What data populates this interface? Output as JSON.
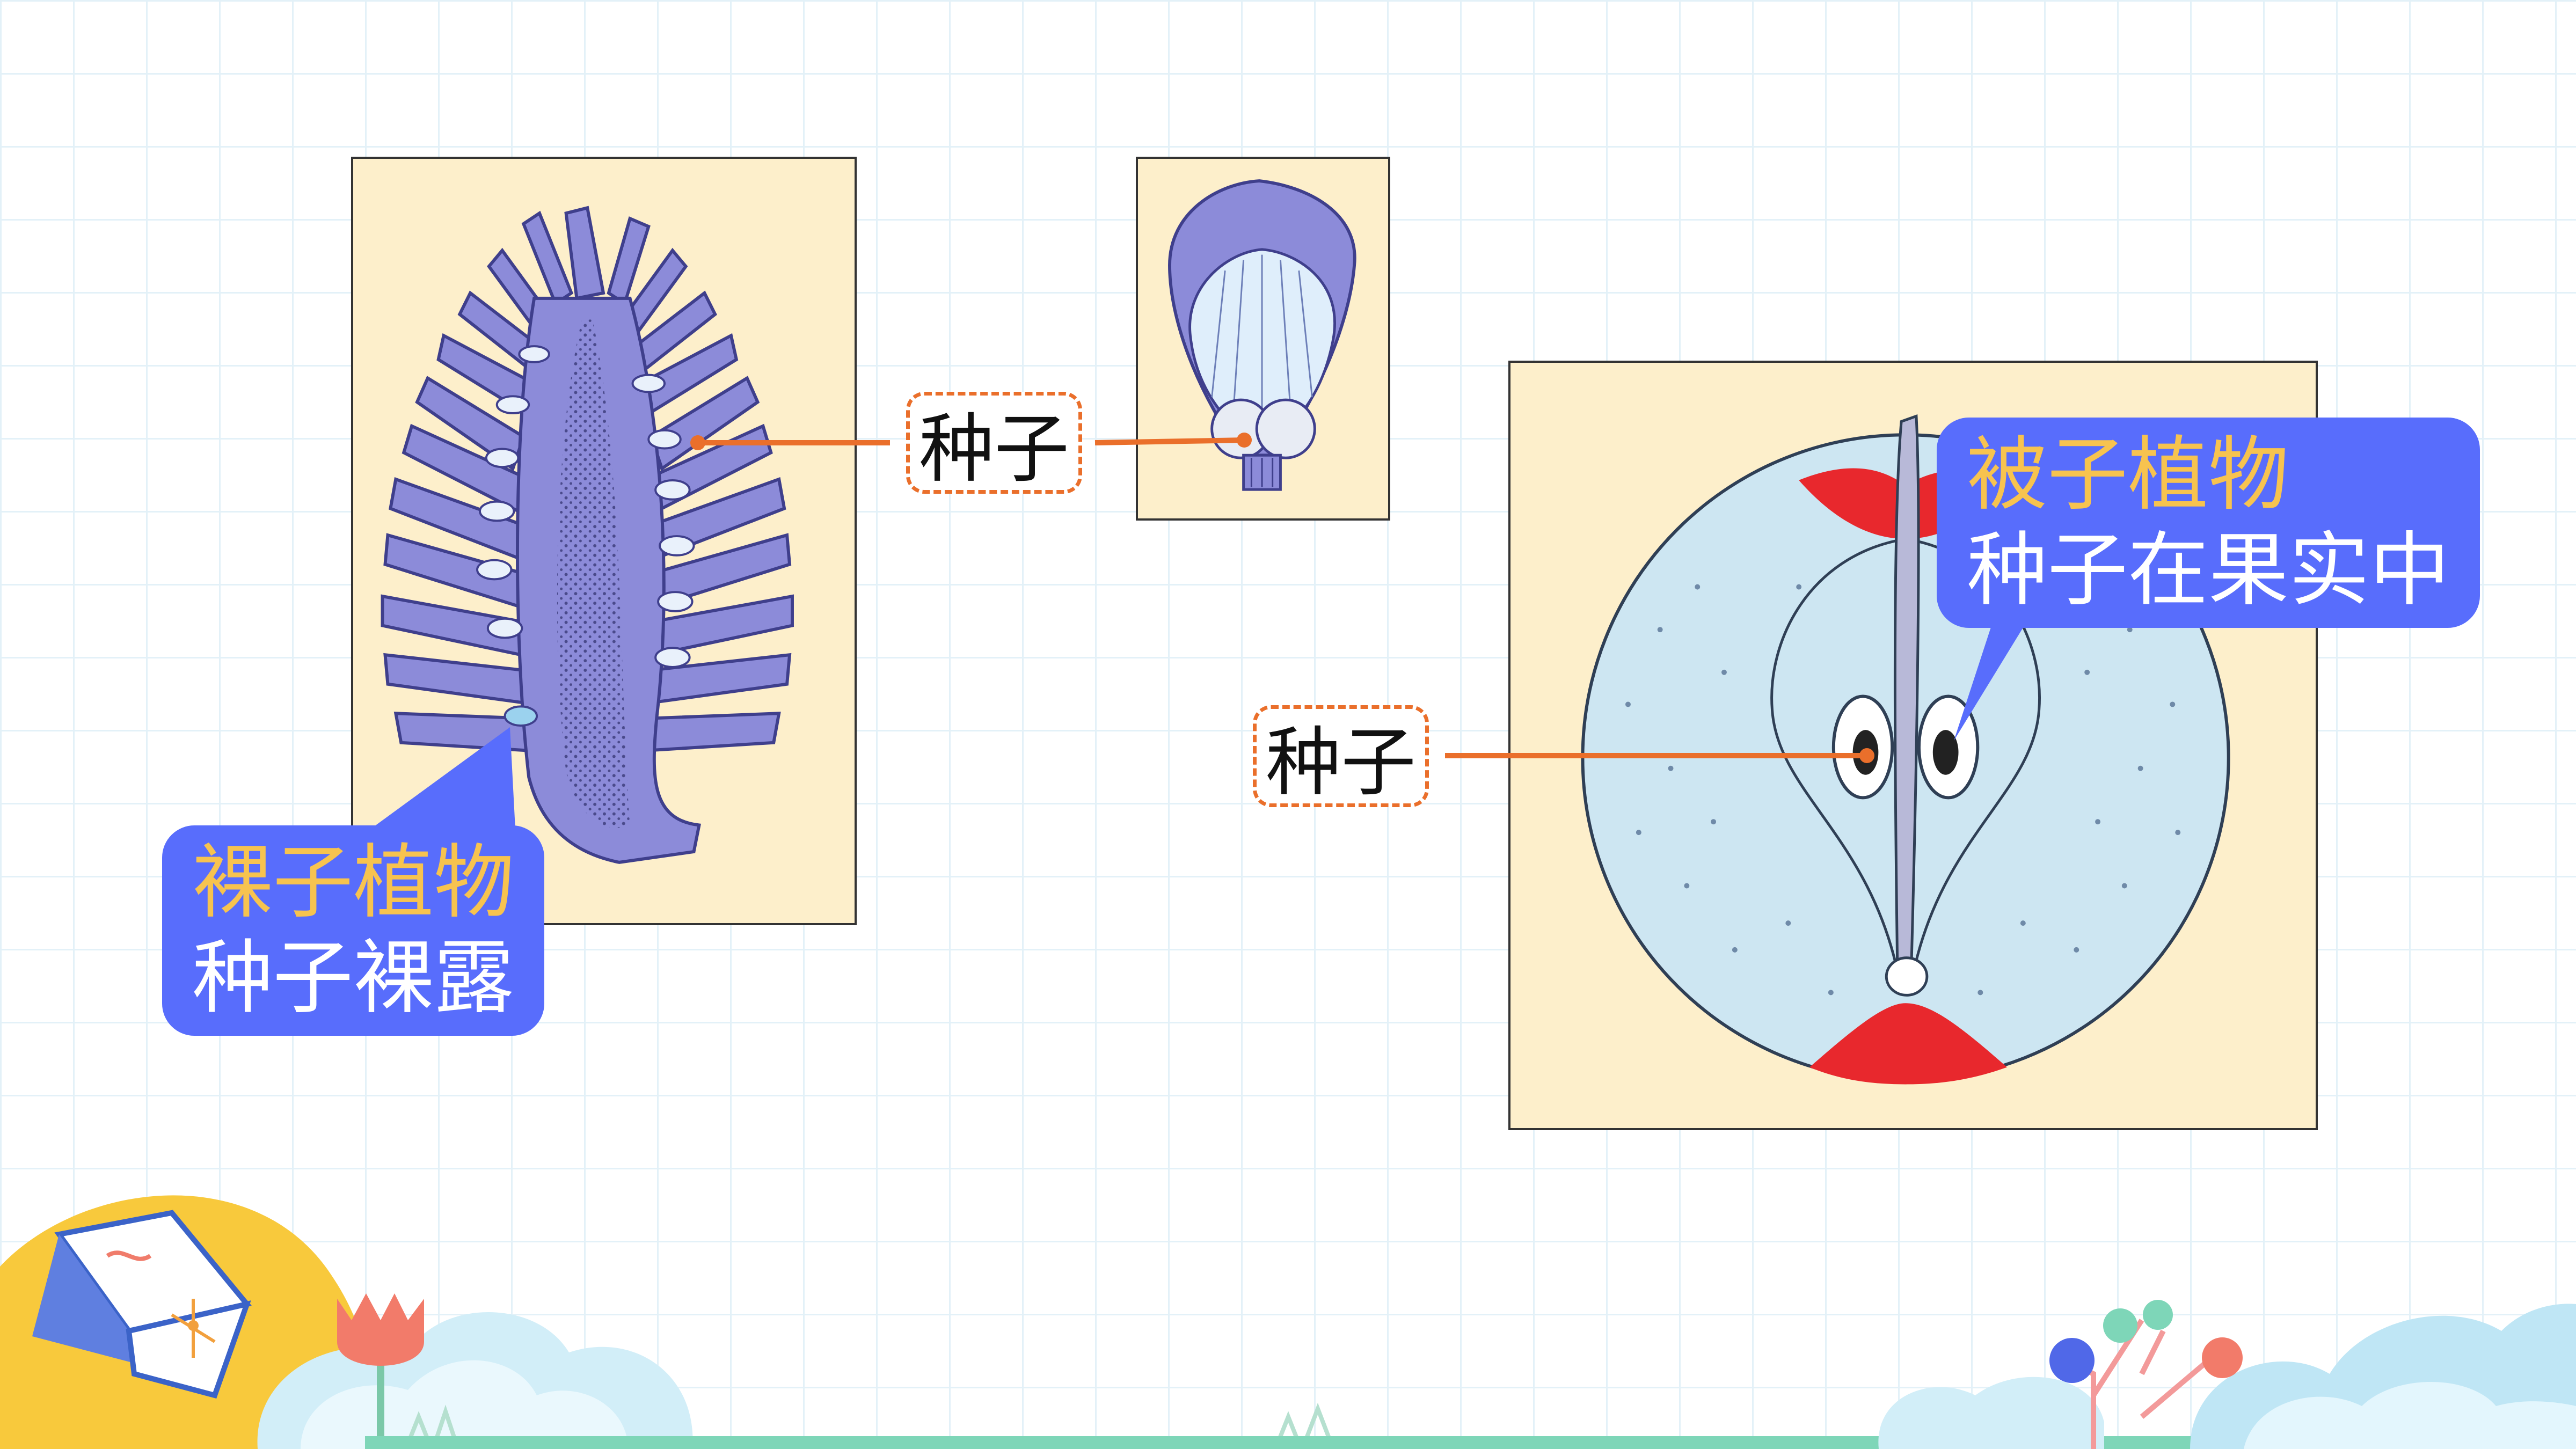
{
  "labels": {
    "seed_left": "种子",
    "seed_right": "种子"
  },
  "gymnosperm": {
    "title": "裸子植物",
    "desc": "种子裸露"
  },
  "angiosperm": {
    "title": "被子植物",
    "desc": "种子在果实中"
  },
  "colors": {
    "bubble": "#586dfc",
    "bubble_title": "#f7c34f",
    "leader_line": "#ea6f2b",
    "panel_bg": "#fdefcb",
    "cone_purple": "#8c8bd9",
    "apple_red": "#e8282d",
    "apple_flesh": "#cde6f2"
  }
}
